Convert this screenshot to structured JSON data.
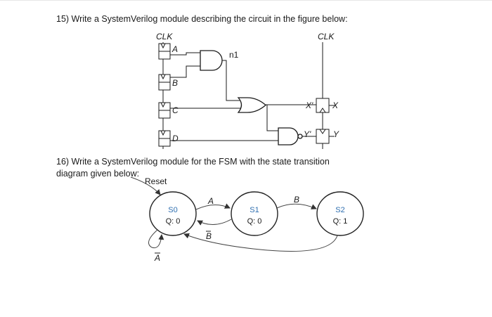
{
  "q15": {
    "text": "15) Write a SystemVerilog module describing the circuit in the figure below:",
    "circuit": {
      "clock_labels": [
        "CLK",
        "CLK"
      ],
      "inputs": [
        "A",
        "B",
        "C",
        "D"
      ],
      "internal_signal": "n1",
      "outputs": {
        "x_in": "X'",
        "x_out": "X",
        "y_in": "Y'",
        "y_out": "Y"
      }
    }
  },
  "q16": {
    "text": "16) Write a SystemVerilog module for the FSM with the state transition diagram given below:",
    "fsm": {
      "reset_label": "Reset",
      "states": [
        {
          "name": "S0",
          "output": "Q: 0"
        },
        {
          "name": "S1",
          "output": "Q: 0"
        },
        {
          "name": "S2",
          "output": "Q: 1"
        }
      ],
      "transitions": {
        "s0_to_s1": "A",
        "s1_to_s0": "B",
        "s1_to_s2": "B",
        "s0_self": "A"
      }
    }
  }
}
